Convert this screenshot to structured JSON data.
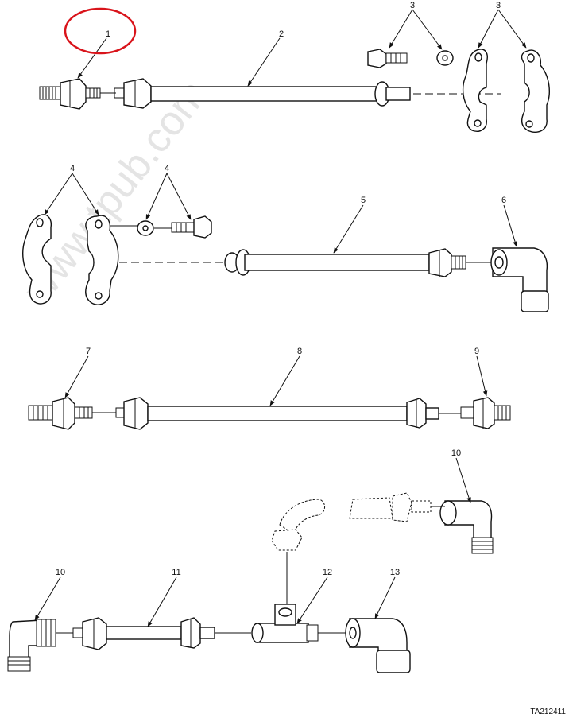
{
  "watermark": "www.tpub.com",
  "figure_ref": "TA212411",
  "highlight_color": "#d9141b",
  "callouts": {
    "c1": "1",
    "c2": "2",
    "c3a": "3",
    "c3b": "3",
    "c4a": "4",
    "c4b": "4",
    "c5": "5",
    "c6": "6",
    "c7": "7",
    "c8": "8",
    "c9": "9",
    "c10a": "10",
    "c10b": "10",
    "c11": "11",
    "c12": "12",
    "c13": "13"
  }
}
